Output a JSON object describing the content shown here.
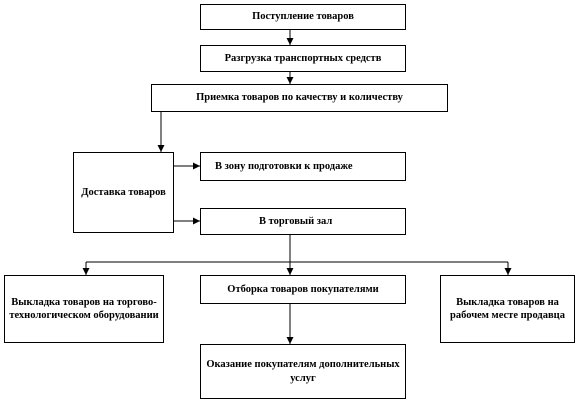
{
  "diagram": {
    "boxes": {
      "receipt": "Поступление товаров",
      "unload": "Разгрузка транспортных средств",
      "accept": "Приемка товаров по качеству и количеству",
      "delivery": "Доставка товаров",
      "prep_zone": "В зону подготовки к продаже",
      "sales_floor": "В торговый зал",
      "display": "Выкладка товаров на торгово-технологическом оборудовании",
      "selection": "Отборка товаров покупателями",
      "layout": "Выкладка товаров на рабочем месте продавца",
      "services": "Оказание покупателям дополнительных услуг"
    }
  }
}
